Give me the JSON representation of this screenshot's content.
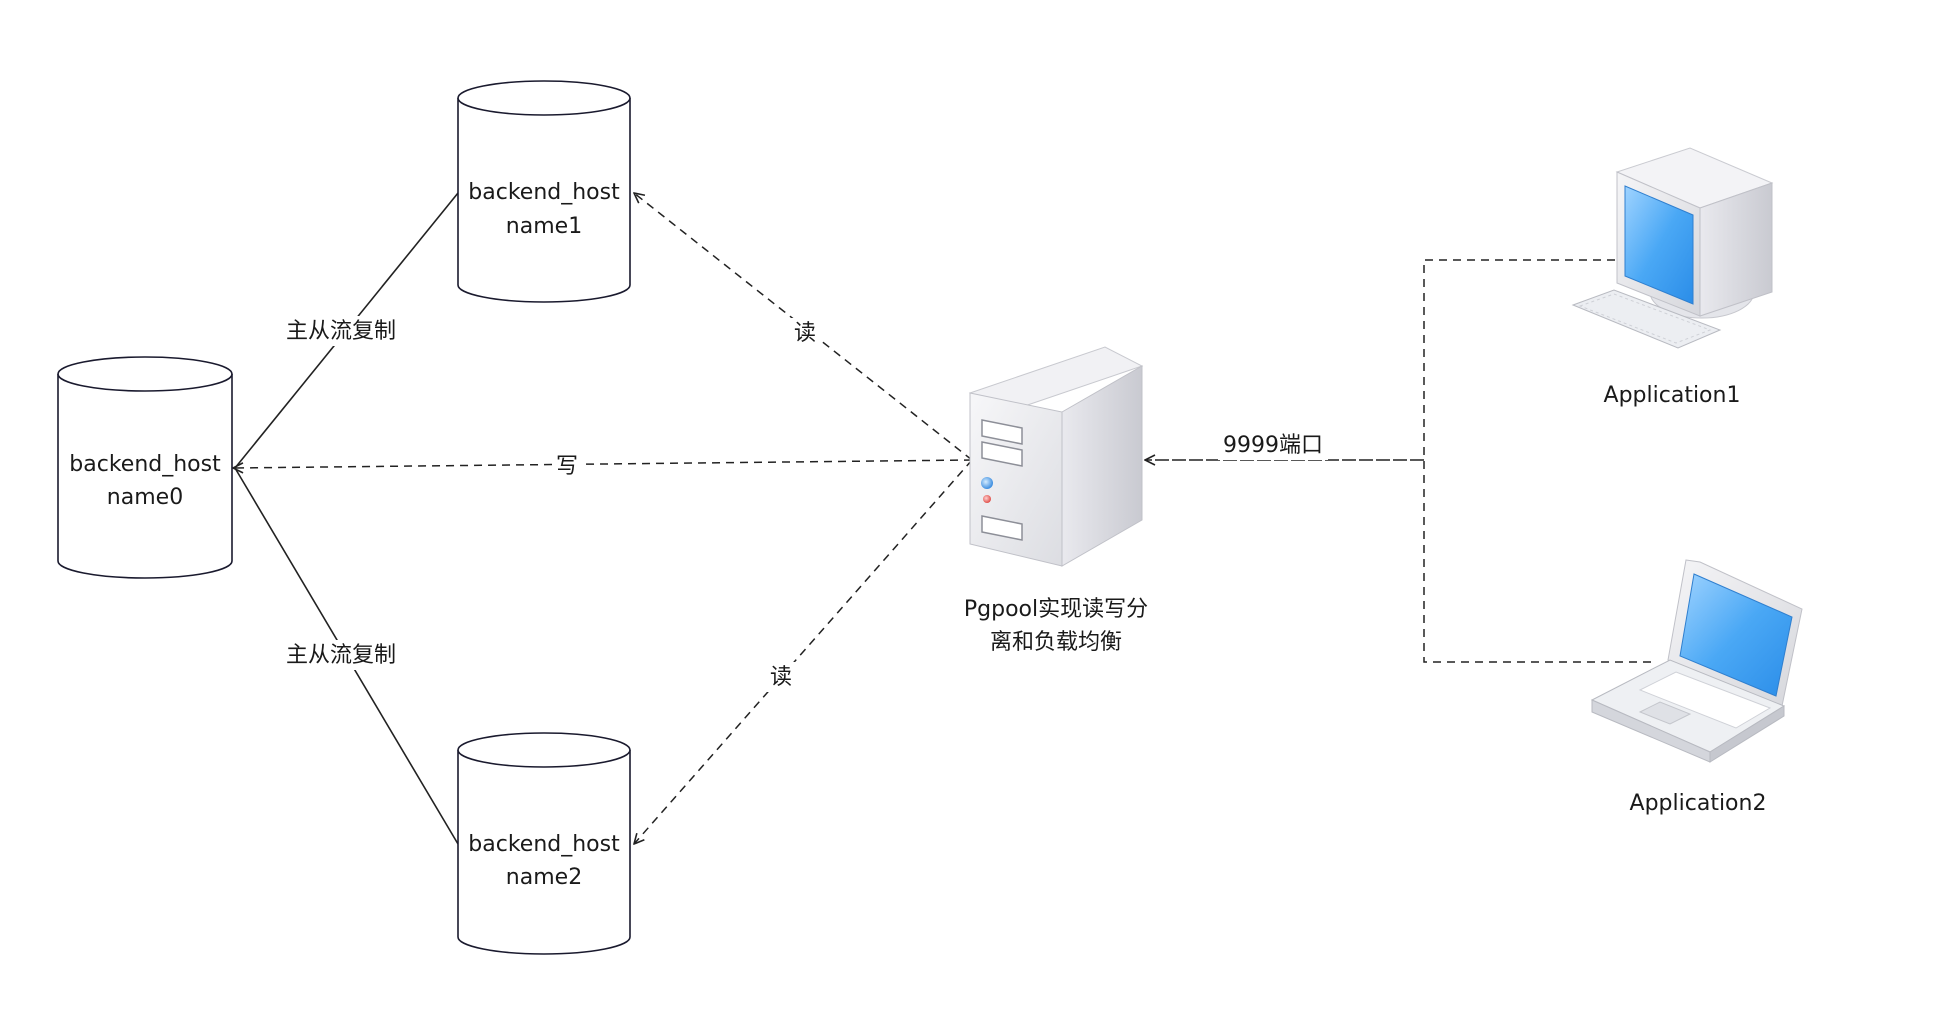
{
  "nodes": {
    "db0": {
      "line1": "backend_host",
      "line2": "name0"
    },
    "db1": {
      "line1": "backend_host",
      "line2": "name1"
    },
    "db2": {
      "line1": "backend_host",
      "line2": "name2"
    },
    "pgpool": {
      "line1": "Pgpool实现读写分",
      "line2": "离和负载均衡"
    },
    "app1": {
      "label": "Application1"
    },
    "app2": {
      "label": "Application2"
    }
  },
  "edges": {
    "replication_top": "主从流复制",
    "replication_bottom": "主从流复制",
    "read_top": "读",
    "read_bottom": "读",
    "write": "写",
    "port": "9999端口"
  },
  "icons": {
    "db0": "database-cylinder-icon",
    "db1": "database-cylinder-icon",
    "db2": "database-cylinder-icon",
    "pgpool": "server-tower-icon",
    "app1": "desktop-computer-icon",
    "app2": "laptop-icon"
  }
}
